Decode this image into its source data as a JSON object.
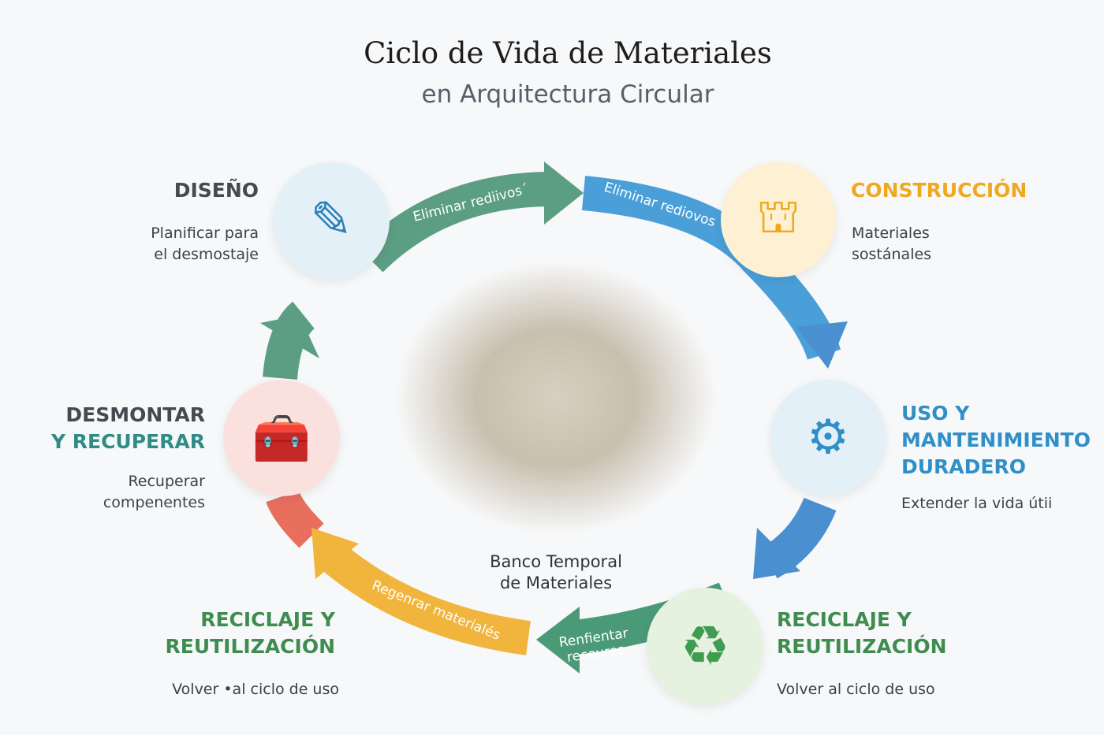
{
  "title": "Ciclo de Vida de Materiales",
  "subtitle": "en Arquitectura Circular",
  "center_label": [
    "Banco Temporal",
    "de Materiales"
  ],
  "colors": {
    "green": "#5c9e84",
    "blue": "#4a9fd8",
    "orange": "#f1b53d",
    "red": "#e86f5e",
    "dark_green": "#3f8c64"
  },
  "stages": [
    {
      "title_lines": [
        "DISEÑO"
      ],
      "desc_lines": [
        "Planificar para",
        "el desmostaje"
      ],
      "icon": "blueprint-pencil-icon",
      "color": "#444a50"
    },
    {
      "title_lines": [
        "CONSTRUCCIÓN"
      ],
      "desc_lines": [
        "Materiales",
        "sostánales"
      ],
      "icon": "crane-icon",
      "color": "#f0a81e"
    },
    {
      "title_lines": [
        "USO Y",
        "MANTENIMIENTO",
        "DURADERO"
      ],
      "desc_lines": [
        "Extender la vida útii"
      ],
      "icon": "calendar-gears-icon",
      "color": "#2f8fc8"
    },
    {
      "title_lines": [
        "RECICLAJE Y",
        "REUTILIZACIÓN"
      ],
      "desc_lines": [
        "Volver al ciclo de uso"
      ],
      "icon": "recycle-icon",
      "color": "#3f8c50"
    },
    {
      "title_lines": [
        "RECICLAJE Y",
        "REUTILIZACIÓN"
      ],
      "desc_lines": [
        "Volver •al ciclo de uso"
      ],
      "icon": "recycle-icon",
      "color": "#3f8c50"
    },
    {
      "title_lines": [
        "DESMONTAR",
        "Y RECUPERAR"
      ],
      "desc_lines": [
        "Recuperar",
        "compenentes"
      ],
      "icon": "toolbox-icon",
      "color": "#444a50"
    }
  ],
  "arrow_labels": [
    "Eliminar rediivos´",
    "Eliminar rediovos",
    "Regenrar materialés",
    "Renfientar",
    "receures"
  ]
}
